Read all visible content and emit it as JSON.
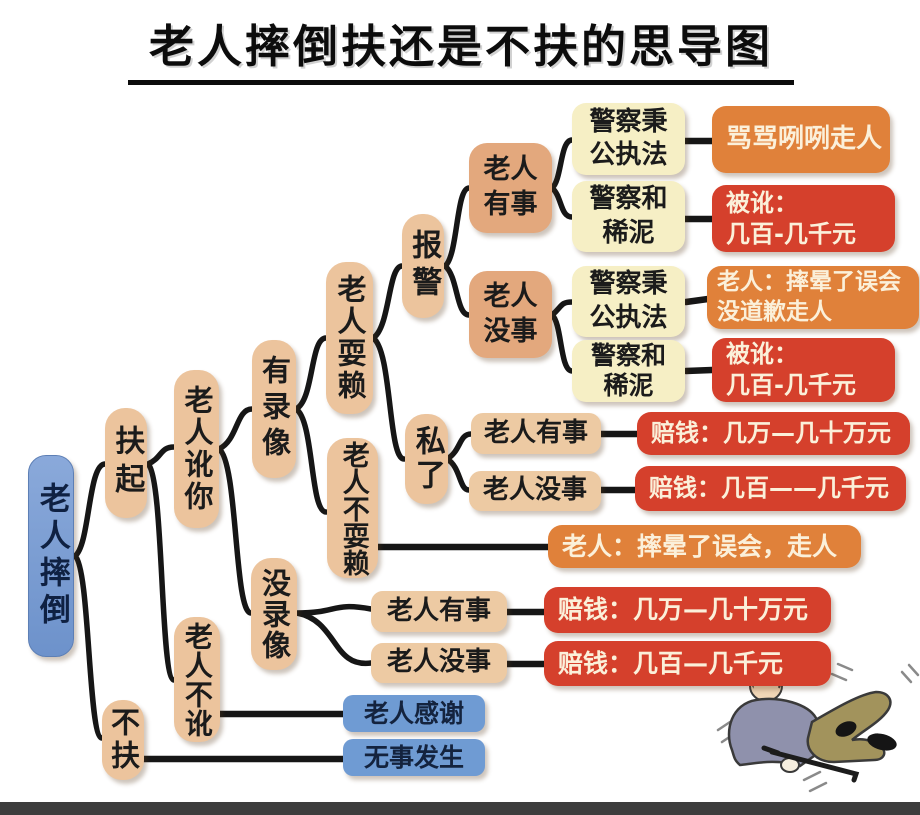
{
  "title": "老人摔倒扶还是不扶的思导图",
  "colors": {
    "root_blue": "#7d9ed3",
    "branch_tan": "#ecc49d",
    "branch_tan_dark": "#e3a87d",
    "branch_yellow": "#f6efc5",
    "result_orange": "#e0813a",
    "result_red": "#d5402c",
    "result_blue": "#6f9bd3",
    "connector_black": "#161616"
  },
  "nodes": {
    "root": {
      "label": "老人摔倒"
    },
    "fu_qi": {
      "label": "扶起"
    },
    "bu_fu": {
      "label": "不扶"
    },
    "laoren_e_ni": {
      "label": "老人讹你"
    },
    "laoren_bu_e": {
      "label": "老人不讹"
    },
    "you_luxiang": {
      "label": "有录像"
    },
    "mei_luxiang": {
      "label": "没录像"
    },
    "laoren_shualai": {
      "label": "老人耍赖"
    },
    "laoren_bu_shualai": {
      "label": "老人不耍赖"
    },
    "bao_jing": {
      "label": "报警"
    },
    "si_liao": {
      "label": "私了"
    },
    "bj_youshi": {
      "label": "老人\n有事"
    },
    "bj_meishi": {
      "label": "老人\n没事"
    },
    "police_fair_1": {
      "label": "警察秉\n公执法"
    },
    "police_mud_1": {
      "label": "警察和\n稀泥"
    },
    "police_fair_2": {
      "label": "警察秉\n公执法"
    },
    "police_mud_2": {
      "label": "警察和\n稀泥"
    },
    "sl_youshi": {
      "label": "老人有事"
    },
    "sl_meishi": {
      "label": "老人没事"
    },
    "ml_youshi": {
      "label": "老人有事"
    },
    "ml_meishi": {
      "label": "老人没事"
    }
  },
  "results": {
    "scold_leave": {
      "label": "骂骂咧咧走人"
    },
    "extorted_1": {
      "label": "被讹：\n几百-几千元"
    },
    "dizzy_no_apology": {
      "label": "老人：摔晕了误会\n没道歉走人"
    },
    "extorted_2": {
      "label": "被讹：\n几百-几千元"
    },
    "pay_big_1": {
      "label": "赔钱：几万—几十万元"
    },
    "pay_small_1": {
      "label": "赔钱：几百——几千元"
    },
    "dizzy_leave": {
      "label": "老人：摔晕了误会，走人"
    },
    "pay_big_2": {
      "label": "赔钱：几万—几十万元"
    },
    "pay_small_2": {
      "label": "赔钱：几百—几千元"
    },
    "thanks": {
      "label": "老人感谢"
    },
    "nothing_happens": {
      "label": "无事发生"
    }
  },
  "edges": [
    [
      "老人摔倒",
      "扶起"
    ],
    [
      "老人摔倒",
      "不扶"
    ],
    [
      "扶起",
      "老人讹你"
    ],
    [
      "扶起",
      "老人不讹"
    ],
    [
      "老人讹你",
      "有录像"
    ],
    [
      "老人讹你",
      "没录像"
    ],
    [
      "有录像",
      "老人耍赖"
    ],
    [
      "有录像",
      "老人不耍赖"
    ],
    [
      "老人耍赖",
      "报警"
    ],
    [
      "老人耍赖",
      "私了"
    ],
    [
      "报警",
      "老人有事"
    ],
    [
      "报警",
      "老人没事"
    ],
    [
      "老人有事",
      "警察秉公执法"
    ],
    [
      "老人有事",
      "警察和稀泥"
    ],
    [
      "老人没事",
      "警察秉公执法"
    ],
    [
      "老人没事",
      "警察和稀泥"
    ],
    [
      "警察秉公执法",
      "骂骂咧咧走人"
    ],
    [
      "警察和稀泥",
      "被讹：几百-几千元"
    ],
    [
      "警察秉公执法",
      "老人：摔晕了误会没道歉走人"
    ],
    [
      "警察和稀泥",
      "被讹：几百-几千元"
    ],
    [
      "私了",
      "老人有事"
    ],
    [
      "私了",
      "老人没事"
    ],
    [
      "老人有事",
      "赔钱：几万—几十万元"
    ],
    [
      "老人没事",
      "赔钱：几百——几千元"
    ],
    [
      "老人不耍赖",
      "老人：摔晕了误会，走人"
    ],
    [
      "没录像",
      "老人有事"
    ],
    [
      "没录像",
      "老人没事"
    ],
    [
      "老人有事",
      "赔钱：几万—几十万元"
    ],
    [
      "老人没事",
      "赔钱：几百—几千元"
    ],
    [
      "老人不讹",
      "老人感谢"
    ],
    [
      "不扶",
      "无事发生"
    ]
  ],
  "icons": {
    "illustration": "fallen-elderly-person-with-cane"
  }
}
